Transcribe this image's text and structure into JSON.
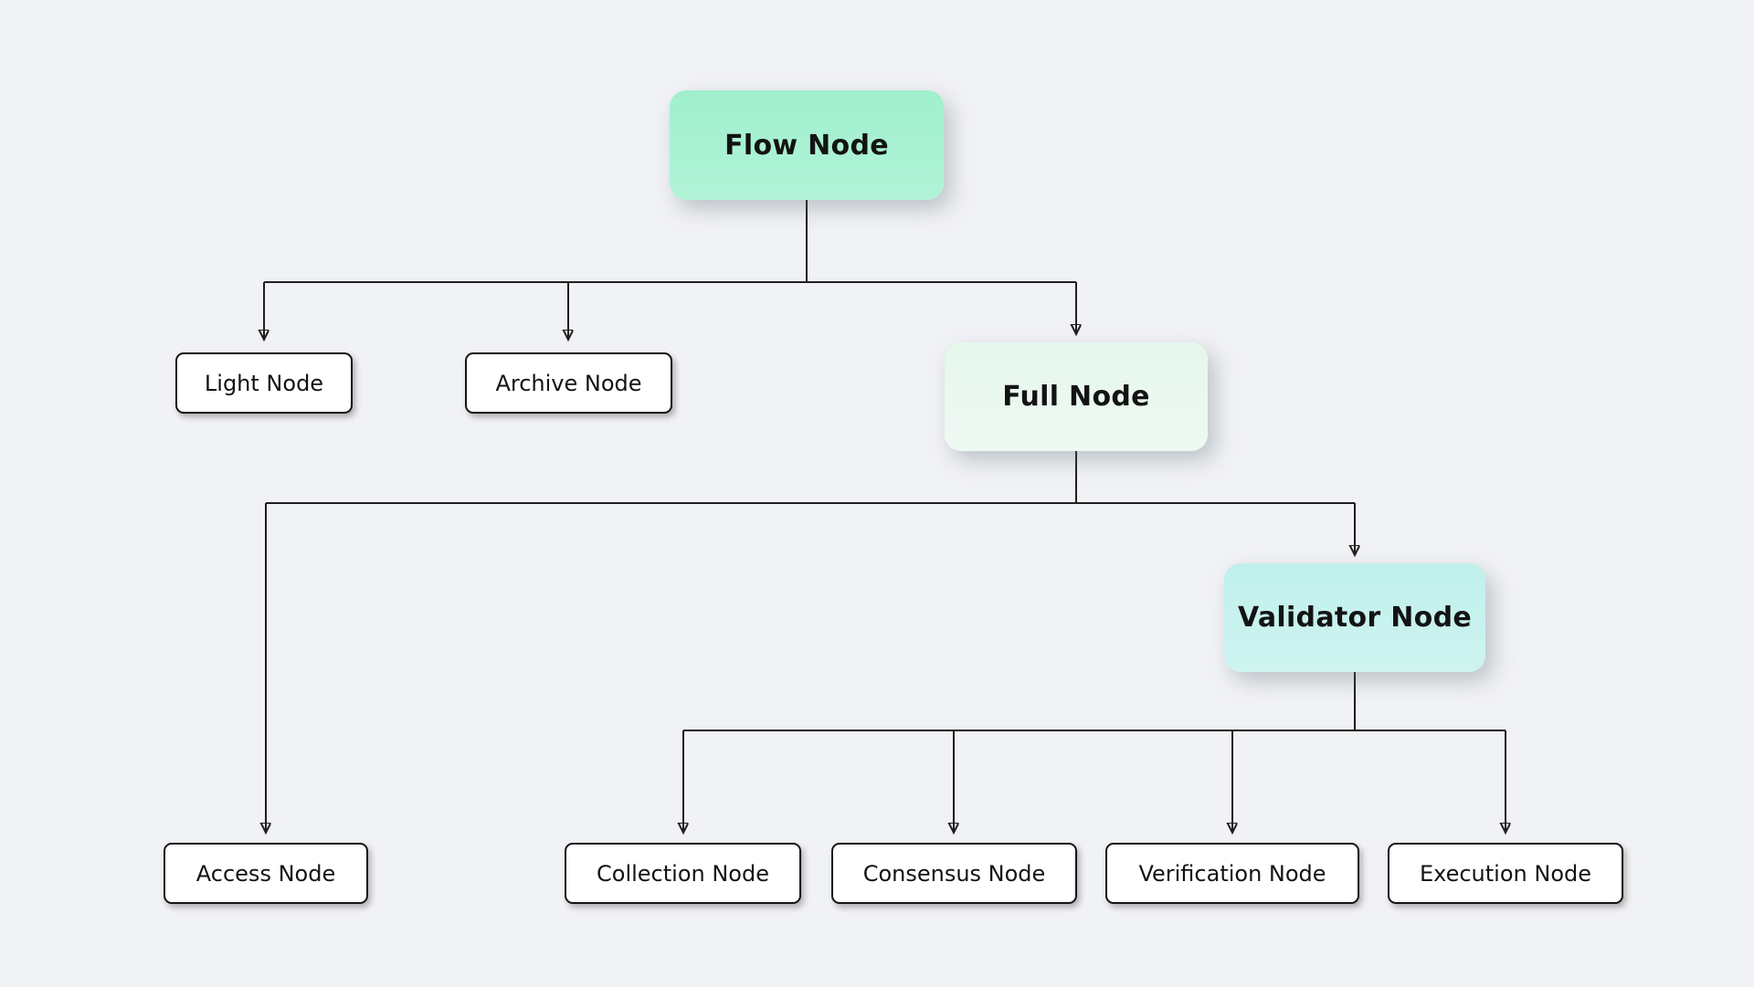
{
  "diagram": {
    "type": "flowchart",
    "background_color": "#f1f2f5",
    "line_color": "#1f1f1f",
    "nodes": [
      {
        "id": "flow",
        "label": "Flow Node",
        "fill": "#a8f1d2",
        "emphasis": "primary"
      },
      {
        "id": "light",
        "label": "Light Node",
        "fill": "#ffffff",
        "emphasis": "leaf"
      },
      {
        "id": "archive",
        "label": "Archive Node",
        "fill": "#ffffff",
        "emphasis": "leaf"
      },
      {
        "id": "full",
        "label": "Full Node",
        "fill": "#e9f8f0",
        "emphasis": "primary"
      },
      {
        "id": "validator",
        "label": "Validator Node",
        "fill": "#c6f1ee",
        "emphasis": "primary"
      },
      {
        "id": "access",
        "label": "Access Node",
        "fill": "#ffffff",
        "emphasis": "leaf"
      },
      {
        "id": "collection",
        "label": "Collection Node",
        "fill": "#ffffff",
        "emphasis": "leaf"
      },
      {
        "id": "consensus",
        "label": "Consensus Node",
        "fill": "#ffffff",
        "emphasis": "leaf"
      },
      {
        "id": "verification",
        "label": "Verification Node",
        "fill": "#ffffff",
        "emphasis": "leaf"
      },
      {
        "id": "execution",
        "label": "Execution Node",
        "fill": "#ffffff",
        "emphasis": "leaf"
      }
    ],
    "edges": [
      {
        "from": "flow",
        "to": "light"
      },
      {
        "from": "flow",
        "to": "archive"
      },
      {
        "from": "flow",
        "to": "full"
      },
      {
        "from": "full",
        "to": "access"
      },
      {
        "from": "full",
        "to": "validator"
      },
      {
        "from": "validator",
        "to": "collection"
      },
      {
        "from": "validator",
        "to": "consensus"
      },
      {
        "from": "validator",
        "to": "verification"
      },
      {
        "from": "validator",
        "to": "execution"
      }
    ]
  }
}
